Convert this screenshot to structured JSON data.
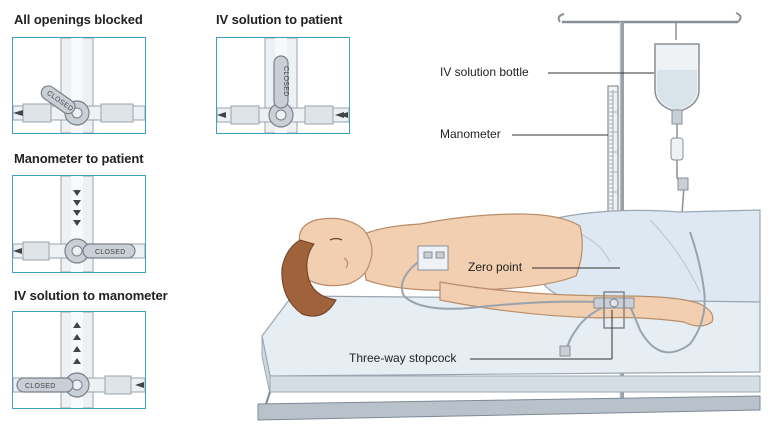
{
  "panels": {
    "all_blocked": {
      "title": "All openings blocked",
      "closed": "CLOSED"
    },
    "iv_to_patient": {
      "title": "IV solution to patient",
      "closed": "CLOSED"
    },
    "manometer_to_patient": {
      "title": "Manometer to patient",
      "closed": "CLOSED"
    },
    "iv_to_manometer": {
      "title": "IV solution to manometer",
      "closed": "CLOSED"
    }
  },
  "callouts": {
    "bottle": "IV solution bottle",
    "manometer": "Manometer",
    "zero_point": "Zero point",
    "stopcock": "Three-way stopcock"
  },
  "colors": {
    "panel_border": "#3fa0c0",
    "valve": "#c9cfd6",
    "sheet": "#dde8f2",
    "skin": "#f2cfb0",
    "hair": "#a0623a"
  }
}
